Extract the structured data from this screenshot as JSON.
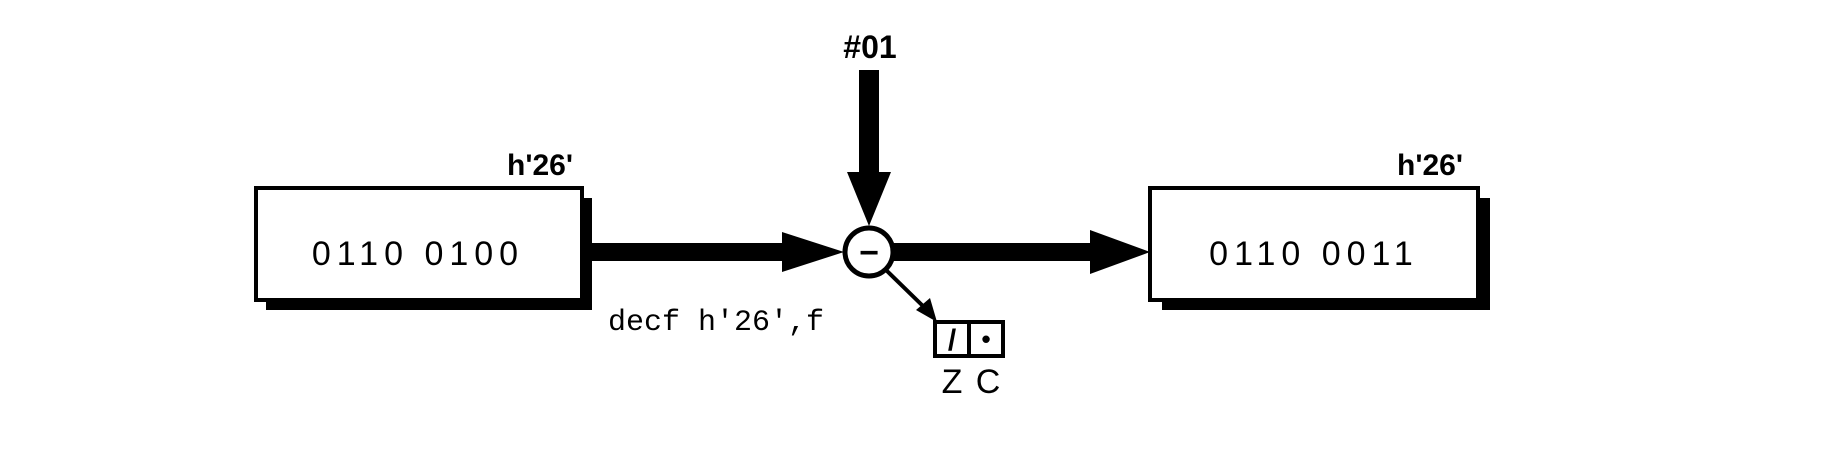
{
  "constant": {
    "label": "#01"
  },
  "source_register": {
    "address": "h'26'",
    "value": "0110 0100"
  },
  "destination_register": {
    "address": "h'26'",
    "value": "0110 0011"
  },
  "instruction": {
    "text": "decf h'26',f"
  },
  "operator": {
    "symbol": "−"
  },
  "status_flags": {
    "labels": [
      "Z",
      "C"
    ],
    "z_mark": "/",
    "c_mark": "•"
  },
  "colors": {
    "ink": "#000000",
    "background": "#ffffff"
  }
}
